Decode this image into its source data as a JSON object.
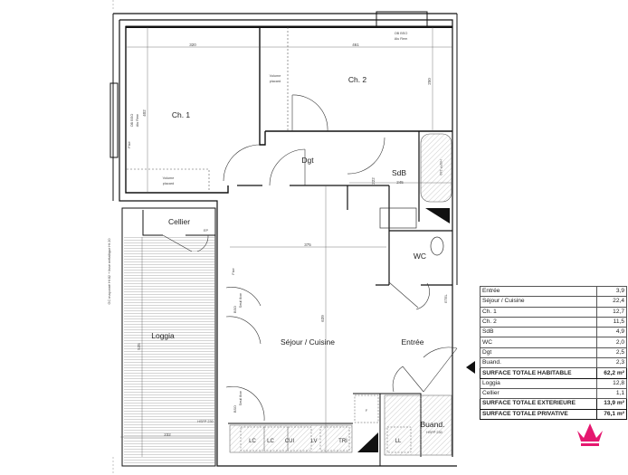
{
  "rooms": {
    "ch1": "Ch. 1",
    "ch2": "Ch. 2",
    "dgt": "Dgt",
    "sdb": "SdB",
    "cellier": "Cellier",
    "wc": "WC",
    "loggia": "Loggia",
    "sejour": "Séjour / Cuisine",
    "entree": "Entrée",
    "buand": "Buand."
  },
  "dimensions": {
    "ch1_width": "320",
    "ch2_width": "461",
    "ch2_depth": "250",
    "ch1_depth": "402",
    "sdb_depth": "222",
    "sdb_width": "245",
    "sejour_width": "375",
    "sejour_depth": "639",
    "loggia_depth": "535",
    "loggia_width": "232"
  },
  "annotations": {
    "volume_placard_1": "Volume",
    "volume_placard_2": "placard",
    "hsfp_kitchen": "HSFP 230",
    "hsfp_bath": "HSFP 240",
    "hsfp_buand": "HSFP 230",
    "fixe": "Fixe",
    "bso": "BSO",
    "seuil": "Seuil 8cm",
    "ob_bso": "OB BSO",
    "alu_rem": "Alu Rem",
    "etel": "ETEL",
    "ep": "EP",
    "guardrail": "GC maçonné Ht 82 + lisse métallique Ht 20"
  },
  "kitchen": {
    "lc1": "LC",
    "lc2": "LC",
    "cui": "CUI",
    "lv": "LV",
    "tri": "TRI",
    "ll": "LL",
    "f": "F"
  },
  "surface_table": {
    "rows": [
      {
        "label": "Entrée",
        "value": "3,9"
      },
      {
        "label": "Séjour / Cuisine",
        "value": "22,4"
      },
      {
        "label": "Ch. 1",
        "value": "12,7"
      },
      {
        "label": "Ch. 2",
        "value": "11,5"
      },
      {
        "label": "SdB",
        "value": "4,9"
      },
      {
        "label": "WC",
        "value": "2,0"
      },
      {
        "label": "Dgt",
        "value": "2,5"
      },
      {
        "label": "Buand.",
        "value": "2,3"
      }
    ],
    "total_habitable": {
      "label": "SURFACE TOTALE HABITABLE",
      "value": "62,2 m²"
    },
    "ext_rows": [
      {
        "label": "Loggia",
        "value": "12,8"
      },
      {
        "label": "Cellier",
        "value": "1,1"
      }
    ],
    "total_exterieure": {
      "label": "SURFACE TOTALE EXTERIEURE",
      "value": "13,9 m²"
    },
    "total_privative": {
      "label": "SURFACE TOTALE PRIVATIVE",
      "value": "76,1 m²"
    }
  },
  "colors": {
    "wall": "#111111",
    "brand": "#e5176f"
  },
  "logo_icon": "crown-icon"
}
